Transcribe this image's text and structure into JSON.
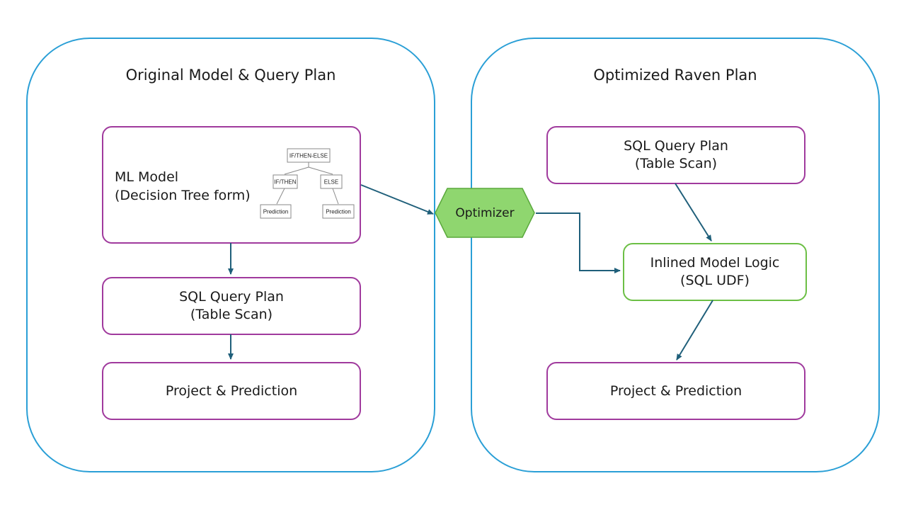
{
  "panels": {
    "original": {
      "title": "Original Model & Query Plan",
      "ml_model": {
        "line1": "ML Model",
        "line2": "(Decision Tree form)",
        "tree": {
          "root": "IF/THEN-ELSE",
          "left": "IF/THEN",
          "right": "ELSE",
          "left_leaf": "Prediction",
          "right_leaf": "Prediction"
        }
      },
      "sql_plan": {
        "line1": "SQL Query Plan",
        "line2": "(Table Scan)"
      },
      "project": {
        "label": "Project & Prediction"
      }
    },
    "optimized": {
      "title": "Optimized Raven Plan",
      "sql_plan": {
        "line1": "SQL Query Plan",
        "line2": "(Table Scan)"
      },
      "inlined": {
        "line1": "Inlined Model Logic",
        "line2": "(SQL UDF)"
      },
      "project": {
        "label": "Project & Prediction"
      }
    }
  },
  "optimizer": {
    "label": "Optimizer"
  },
  "colors": {
    "panel_border": "#2a9fd6",
    "box_border": "#a03a9d",
    "inlined_border": "#6cbf45",
    "optimizer_fill": "#8fd66f",
    "optimizer_stroke": "#5aa83c",
    "arrow": "#1f5f7a"
  }
}
